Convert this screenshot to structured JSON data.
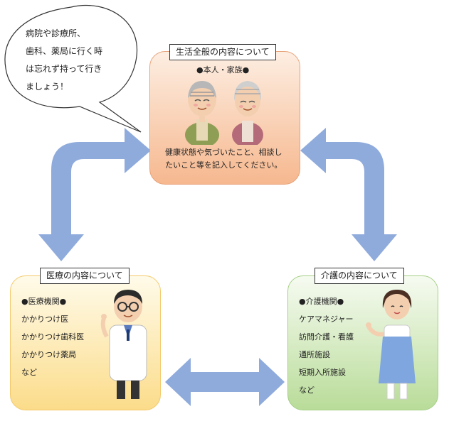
{
  "speech_bubble": {
    "lines": [
      "病院や診療所、",
      "歯科、薬局に行く時",
      "は忘れず持って行き",
      "ましょう！"
    ]
  },
  "top_panel": {
    "title": "生活全般の内容について",
    "subtitle": "●本人・家族●",
    "description_lines": [
      "健康状態や気づいたこと、相談し",
      "たいこと等を記入してください。"
    ]
  },
  "left_panel": {
    "title": "医療の内容について",
    "items": [
      "●医療機関●",
      "かかりつけ医",
      "かかりつけ歯科医",
      "かかりつけ薬局",
      "など"
    ]
  },
  "right_panel": {
    "title": "介護の内容について",
    "items": [
      "●介護機関●",
      "ケアマネジャー",
      "訪問介護・看護",
      "通所施設",
      "短期入所施設",
      "など"
    ]
  },
  "colors": {
    "arrow": "#8fabdc",
    "top_panel": "#f6b88f",
    "left_panel": "#fbdc8a",
    "right_panel": "#b9dc99"
  },
  "icons": [
    "elderly-man-icon",
    "elderly-woman-icon",
    "doctor-icon",
    "caregiver-icon"
  ]
}
